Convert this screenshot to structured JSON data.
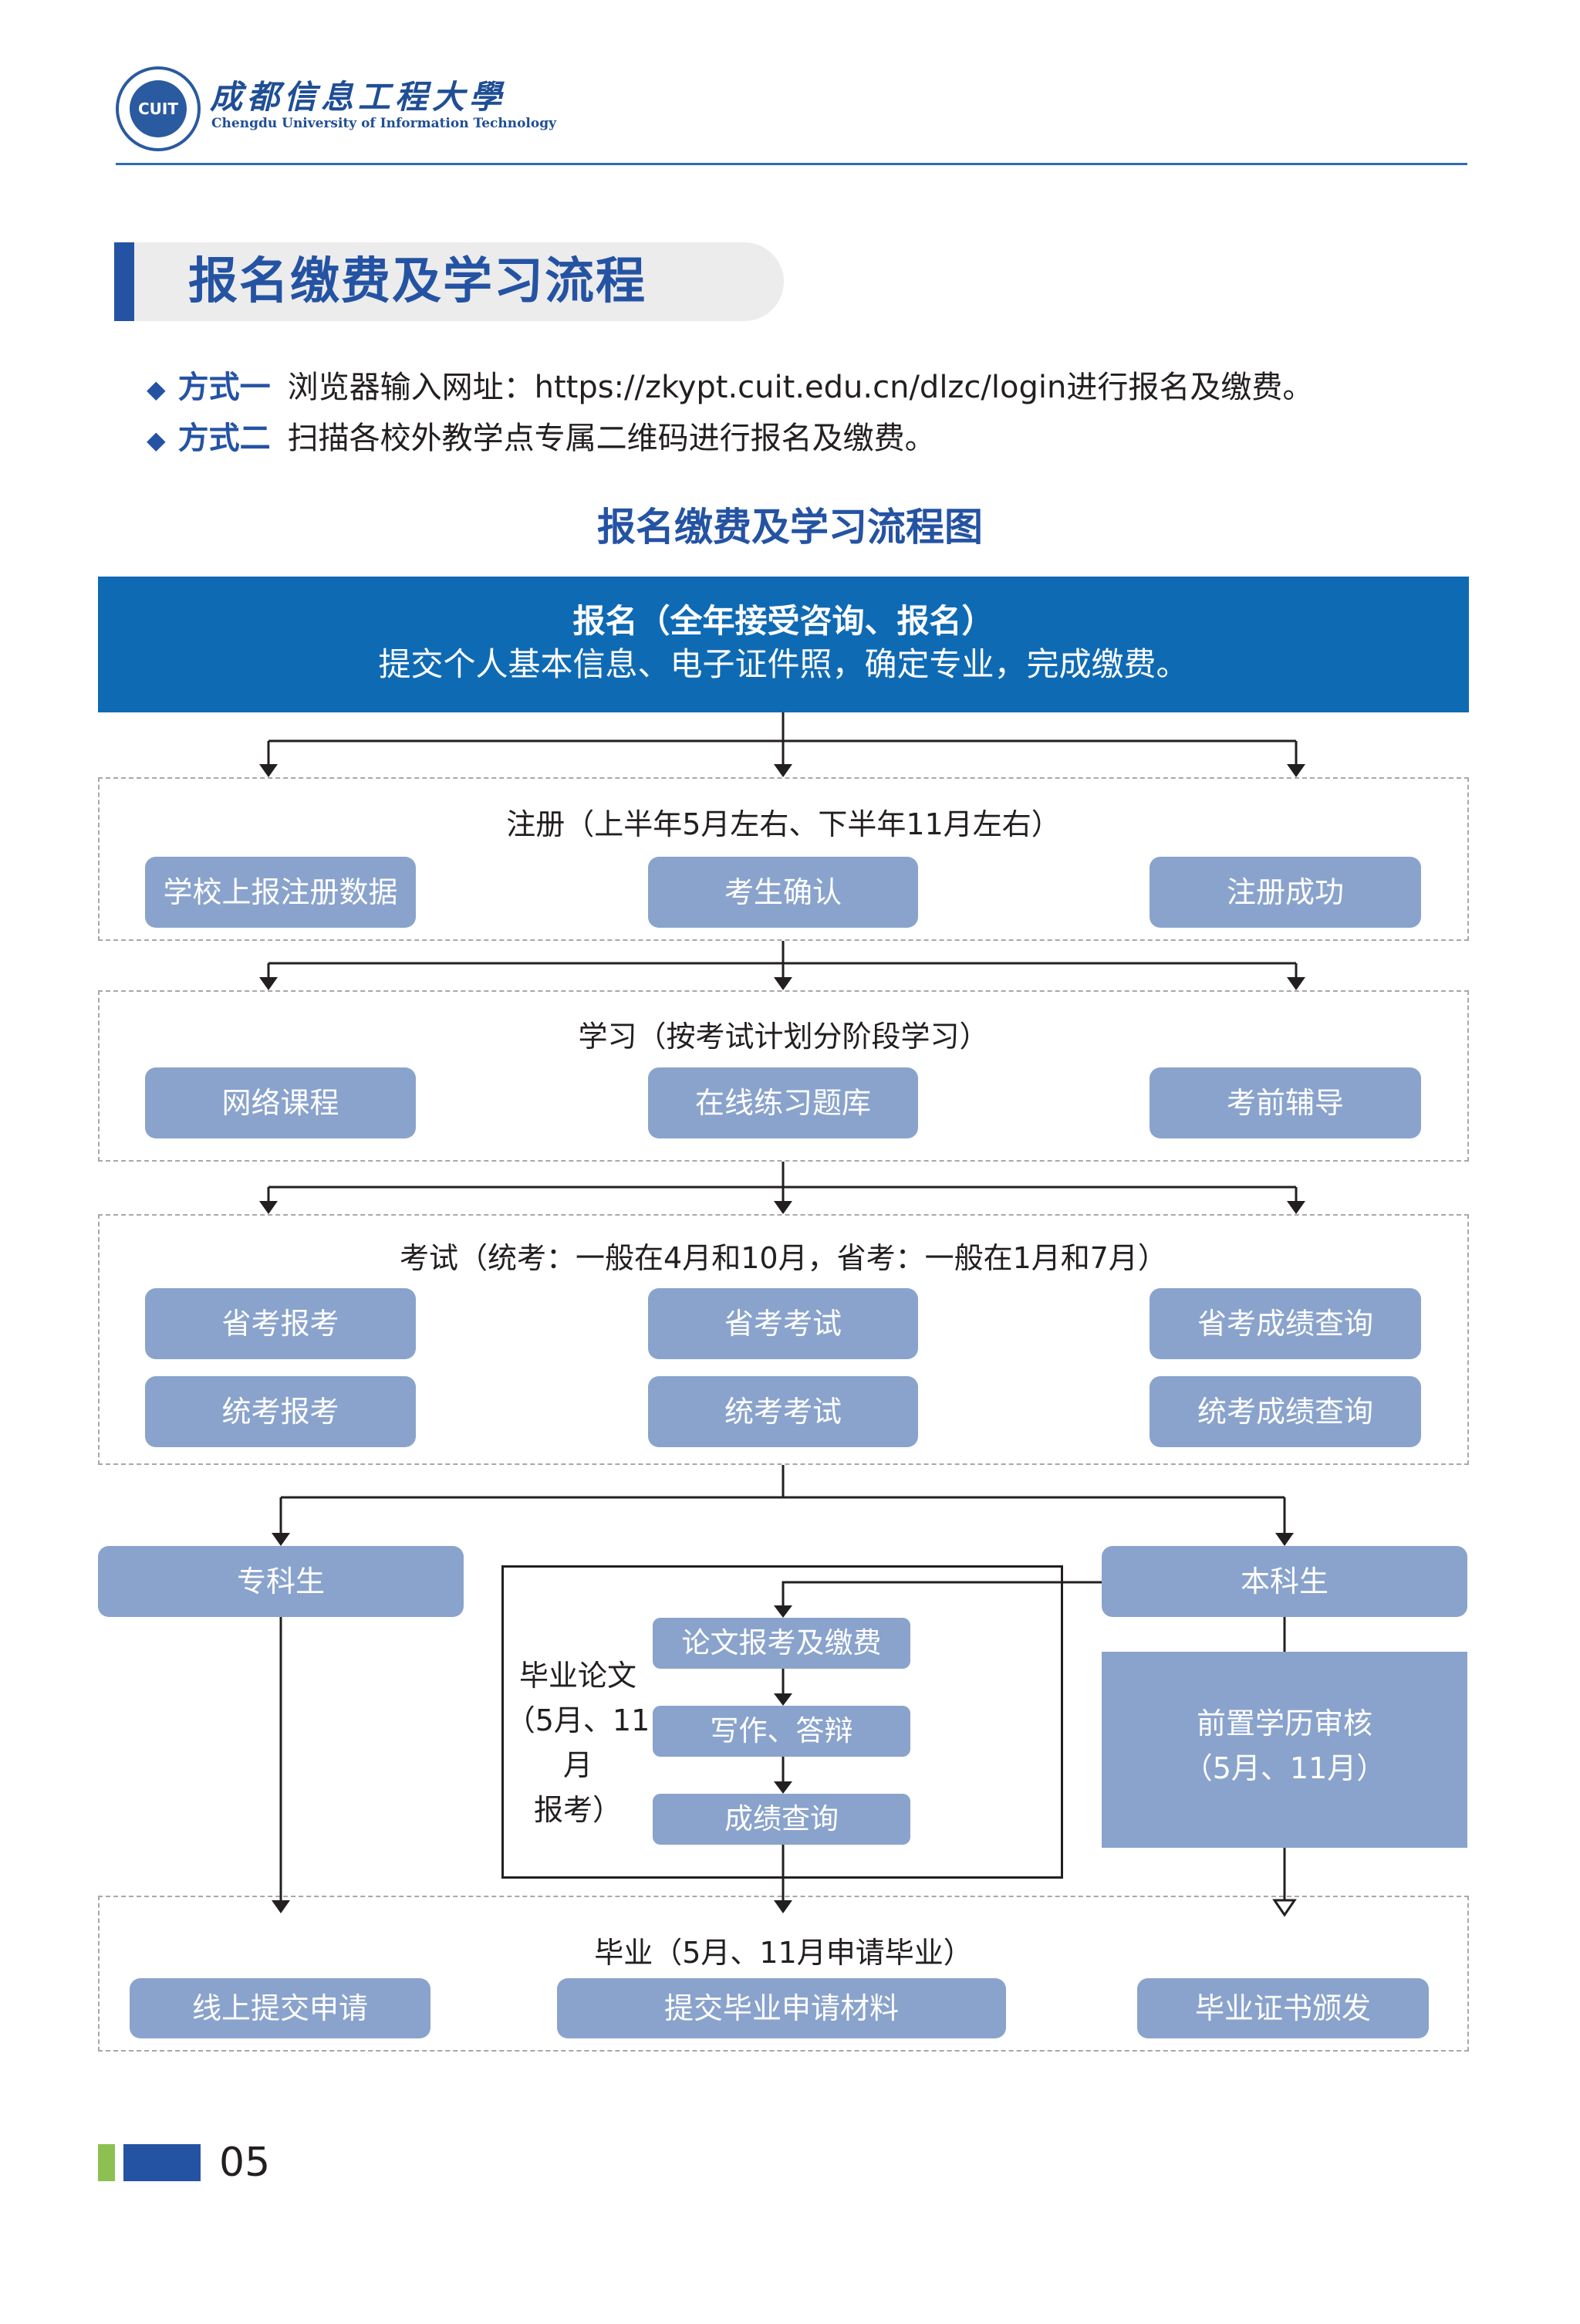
{
  "header": {
    "seal_text": "CUIT",
    "university_cn": "成都信息工程大學",
    "university_en": "Chengdu University of Information Technology"
  },
  "section_title": "报名缴费及学习流程",
  "methods": [
    {
      "label": "方式一",
      "text": "浏览器输入网址：https://zkypt.cuit.edu.cn/dlzc/login进行报名及缴费。"
    },
    {
      "label": "方式二",
      "text": "扫描各校外教学点专属二维码进行报名及缴费。"
    }
  ],
  "chart_title": "报名缴费及学习流程图",
  "flow": {
    "enroll": {
      "title": "报名（全年接受咨询、报名）",
      "detail": "提交个人基本信息、电子证件照，确定专业，完成缴费。"
    },
    "register": {
      "label": "注册（上半年5月左右、下半年11月左右）",
      "steps": [
        "学校上报注册数据",
        "考生确认",
        "注册成功"
      ]
    },
    "study": {
      "label": "学习（按考试计划分阶段学习）",
      "steps": [
        "网络课程",
        "在线练习题库",
        "考前辅导"
      ]
    },
    "exam": {
      "label": "考试（统考：一般在4月和10月，省考：一般在1月和7月）",
      "row1": [
        "省考报考",
        "省考考试",
        "省考成绩查询"
      ],
      "row2": [
        "统考报考",
        "统考考试",
        "统考成绩查询"
      ]
    },
    "junior": "专科生",
    "bachelor": "本科生",
    "thesis": {
      "label_lines": [
        "毕业论文",
        "（5月、11月",
        "报考）"
      ],
      "steps": [
        "论文报考及缴费",
        "写作、答辩",
        "成绩查询"
      ]
    },
    "prior_review": {
      "line1": "前置学历审核",
      "line2": "（5月、11月）"
    },
    "graduation": {
      "label": "毕业（5月、11月申请毕业）",
      "steps": [
        "线上提交申请",
        "提交毕业申请材料",
        "毕业证书颁发"
      ]
    }
  },
  "page_number": "05",
  "colors": {
    "brand_blue": "#2553a3",
    "header_box": "#0f6ab4",
    "pill": "#8aa3cc",
    "accent_green": "#8cc152"
  }
}
